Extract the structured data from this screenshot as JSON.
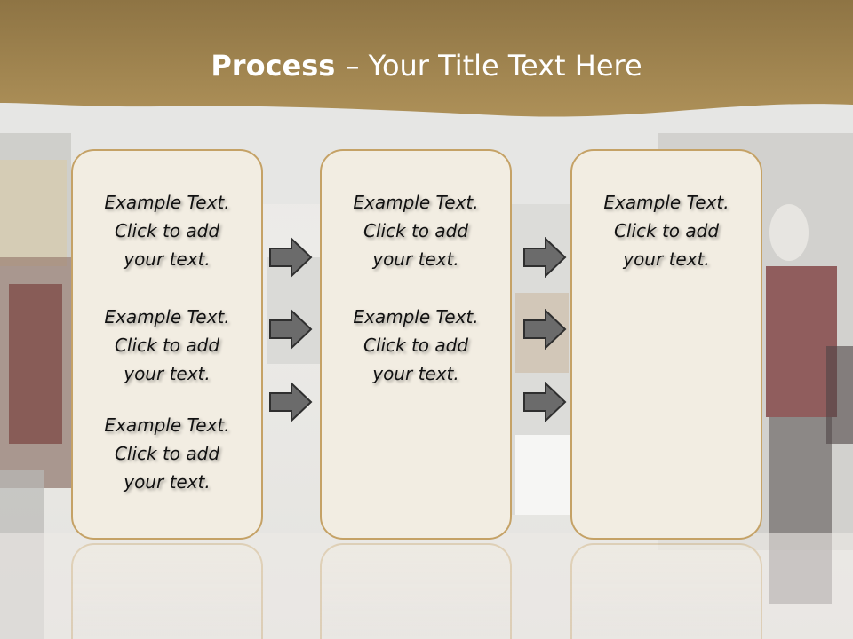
{
  "title": {
    "bold": "Process ",
    "rest": " – Your Title Text Here"
  },
  "colors": {
    "header": "#a6894f",
    "card_fill": "#f2ede2",
    "card_border": "#c5a266",
    "arrow": "#6b6b6b"
  },
  "columns": [
    {
      "items": [
        {
          "l1": "Example Text.",
          "l2": "Click  to add",
          "l3": "your text."
        },
        {
          "l1": "Example Text.",
          "l2": "Click  to add",
          "l3": "your text."
        },
        {
          "l1": "Example Text.",
          "l2": "Click  to add",
          "l3": "your text."
        }
      ]
    },
    {
      "items": [
        {
          "l1": "Example Text.",
          "l2": "Click  to add",
          "l3": "your text."
        },
        {
          "l1": "Example Text.",
          "l2": "Click  to add",
          "l3": "your text."
        }
      ]
    },
    {
      "items": [
        {
          "l1": "Example Text.",
          "l2": "Click  to add",
          "l3": "your text."
        }
      ]
    }
  ],
  "arrows": {
    "icon": "right-arrow-icon"
  }
}
